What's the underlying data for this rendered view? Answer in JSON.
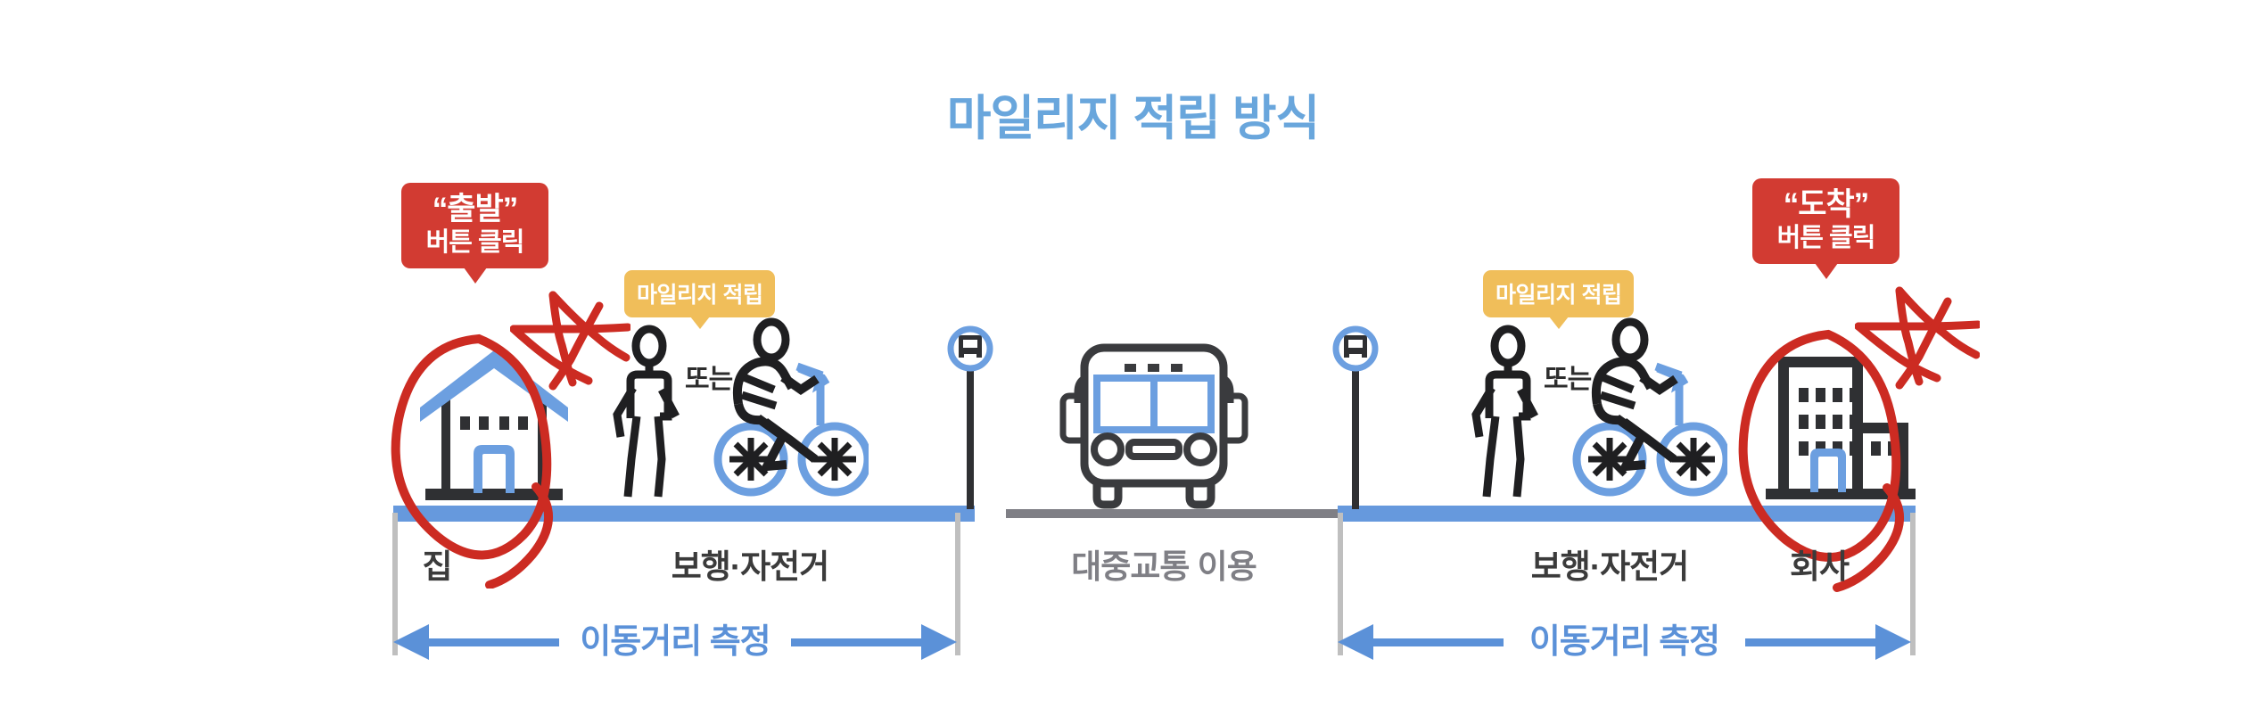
{
  "title": "마일리지 적립 방식",
  "colors": {
    "title_blue": "#69a6dc",
    "accent_blue": "#5b91d8",
    "ground_blue": "#6699dd",
    "ground_gray": "#7f7f85",
    "callout_red": "#d23b32",
    "badge_yellow": "#f0be5a",
    "ink": "#3b3b3b",
    "annotation_red": "#cc2b22"
  },
  "callouts": {
    "start": {
      "quoted": "“출발”",
      "action": "버튼 클릭"
    },
    "end": {
      "quoted": "“도착”",
      "action": "버튼 클릭"
    }
  },
  "badges": {
    "left": "마일리지 적립",
    "right": "마일리지 적립"
  },
  "segments": [
    {
      "id": "home",
      "caption": "집",
      "icon": "house-icon",
      "style": "blue"
    },
    {
      "id": "walk-left",
      "caption": "보행·자전거",
      "icon": "pedestrian-bicycle-icon",
      "style": "blue"
    },
    {
      "id": "transit",
      "caption": "대중교통 이용",
      "icon": "bus-icon",
      "style": "gray"
    },
    {
      "id": "walk-right",
      "caption": "보행·자전거",
      "icon": "pedestrian-bicycle-icon",
      "style": "blue"
    },
    {
      "id": "office",
      "caption": "회사",
      "icon": "office-building-icon",
      "style": "blue"
    }
  ],
  "or_label": "또는",
  "measures": [
    {
      "id": "left",
      "label": "이동거리 측정"
    },
    {
      "id": "right",
      "label": "이동거리 측정"
    }
  ],
  "icons": {
    "house": "house-icon",
    "office": "office-building-icon",
    "bus": "bus-icon",
    "bus_stop": "bus-stop-sign-icon",
    "pedestrian": "pedestrian-icon",
    "cyclist": "cyclist-icon",
    "star": "hand-drawn-star-icon",
    "circle": "hand-drawn-circle-icon"
  }
}
